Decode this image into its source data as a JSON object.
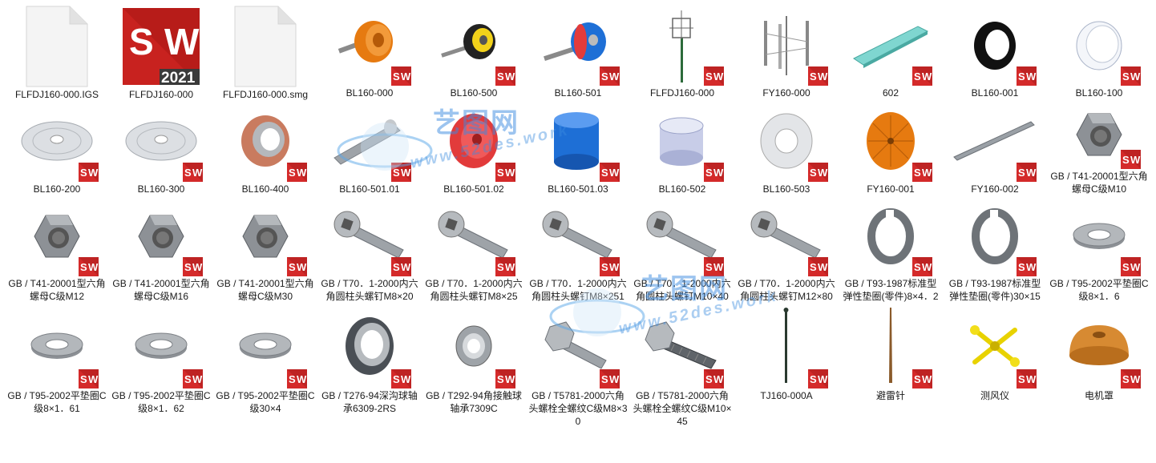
{
  "files": [
    {
      "name": "FLFDJ160-000.IGS",
      "icon": "generic-file-icon",
      "badge": false
    },
    {
      "name": "FLFDJ160-000",
      "icon": "solidworks-2021-app-icon",
      "badge": false,
      "logo_text": "SW",
      "logo_year": "2021"
    },
    {
      "name": "FLFDJ160-000.smg",
      "icon": "generic-file-icon",
      "badge": false
    },
    {
      "name": "BL160-000",
      "icon": "orange-rotor-part-icon",
      "badge": true
    },
    {
      "name": "BL160-500",
      "icon": "yellow-hub-shaft-part-icon",
      "badge": true
    },
    {
      "name": "BL160-501",
      "icon": "blue-shaft-part-icon",
      "badge": true
    },
    {
      "name": "FLFDJ160-000",
      "icon": "wind-turbine-assembly-icon",
      "badge": true
    },
    {
      "name": "FY160-000",
      "icon": "vertical-blade-rotor-icon",
      "badge": true
    },
    {
      "name": "602",
      "icon": "cyan-plate-part-icon",
      "badge": true
    },
    {
      "name": "BL160-001",
      "icon": "black-ring-part-icon",
      "badge": true
    },
    {
      "name": "BL160-100",
      "icon": "white-sleeve-part-icon",
      "badge": true
    },
    {
      "name": "BL160-200",
      "icon": "grey-disc-part-icon",
      "badge": true
    },
    {
      "name": "BL160-300",
      "icon": "grey-disc-part-icon",
      "badge": true
    },
    {
      "name": "BL160-400",
      "icon": "copper-ring-part-icon",
      "badge": true
    },
    {
      "name": "BL160-501.01",
      "icon": "steel-shaft-part-icon",
      "badge": true
    },
    {
      "name": "BL160-501.02",
      "icon": "red-disc-part-icon",
      "badge": true
    },
    {
      "name": "BL160-501.03",
      "icon": "blue-cylinder-part-icon",
      "badge": true
    },
    {
      "name": "BL160-502",
      "icon": "light-sleeve-part-icon",
      "badge": true
    },
    {
      "name": "BL160-503",
      "icon": "flat-washer-disc-icon",
      "badge": true
    },
    {
      "name": "FY160-001",
      "icon": "orange-fan-disc-icon",
      "badge": true
    },
    {
      "name": "FY160-002",
      "icon": "long-rod-part-icon",
      "badge": true
    },
    {
      "name": "GB / T41-20001型六角螺母C级M10",
      "icon": "hex-nut-icon",
      "badge": true
    },
    {
      "name": "GB / T41-20001型六角螺母C级M12",
      "icon": "hex-nut-icon",
      "badge": true
    },
    {
      "name": "GB / T41-20001型六角螺母C级M16",
      "icon": "hex-nut-icon",
      "badge": true
    },
    {
      "name": "GB / T41-20001型六角螺母C级M30",
      "icon": "hex-nut-icon",
      "badge": true
    },
    {
      "name": "GB / T70．1-2000内六角圆柱头螺钉M8×20",
      "icon": "socket-screw-icon",
      "badge": true
    },
    {
      "name": "GB / T70．1-2000内六角圆柱头螺钉M8×25",
      "icon": "socket-screw-icon",
      "badge": true
    },
    {
      "name": "GB / T70．1-2000内六角圆柱头螺钉M8×251",
      "icon": "socket-screw-icon",
      "badge": true
    },
    {
      "name": "GB / T70．1-2000内六角圆柱头螺钉M10×40",
      "icon": "socket-screw-icon",
      "badge": true
    },
    {
      "name": "GB / T70．1-2000内六角圆柱头螺钉M12×80",
      "icon": "socket-screw-icon",
      "badge": true
    },
    {
      "name": "GB / T93-1987标准型弹性垫圈(零件)8×4．2",
      "icon": "spring-washer-icon",
      "badge": true
    },
    {
      "name": "GB / T93-1987标准型弹性垫圈(零件)30×15",
      "icon": "spring-washer-icon",
      "badge": true
    },
    {
      "name": "GB / T95-2002平垫圈C级8×1．6",
      "icon": "flat-washer-icon",
      "badge": true
    },
    {
      "name": "GB / T95-2002平垫圈C级8×1．61",
      "icon": "flat-washer-icon",
      "badge": true
    },
    {
      "name": "GB / T95-2002平垫圈C级8×1．62",
      "icon": "flat-washer-icon",
      "badge": true
    },
    {
      "name": "GB / T95-2002平垫圈C级30×4",
      "icon": "flat-washer-icon",
      "badge": true
    },
    {
      "name": "GB / T276-94深沟球轴承6309-2RS",
      "icon": "deep-groove-bearing-icon",
      "badge": true
    },
    {
      "name": "GB / T292-94角接触球轴承7309C",
      "icon": "angular-bearing-icon",
      "badge": true
    },
    {
      "name": "GB / T5781-2000六角头螺栓全螺纹C级M8×30",
      "icon": "hex-bolt-icon",
      "badge": true
    },
    {
      "name": "GB / T5781-2000六角头螺栓全螺纹C级M10×45",
      "icon": "hex-bolt-threaded-icon",
      "badge": true
    },
    {
      "name": "TJ160-000A",
      "icon": "thin-rod-icon",
      "badge": true
    },
    {
      "name": "避雷针",
      "icon": "lightning-rod-icon",
      "badge": true
    },
    {
      "name": "测风仪",
      "icon": "anemometer-icon",
      "badge": true
    },
    {
      "name": "电机罩",
      "icon": "motor-cover-icon",
      "badge": true
    }
  ],
  "badge": {
    "text": "SW",
    "color": "#d42a2a"
  },
  "watermark": {
    "brand": "艺图网",
    "site": "www.52des.work"
  },
  "colors": {
    "orange": "#e67a10",
    "blue": "#1e6fd6",
    "red": "#e23b3b",
    "steel": "#9ea3a8",
    "cyan": "#7fd6d0",
    "copper": "#c97b5f"
  }
}
